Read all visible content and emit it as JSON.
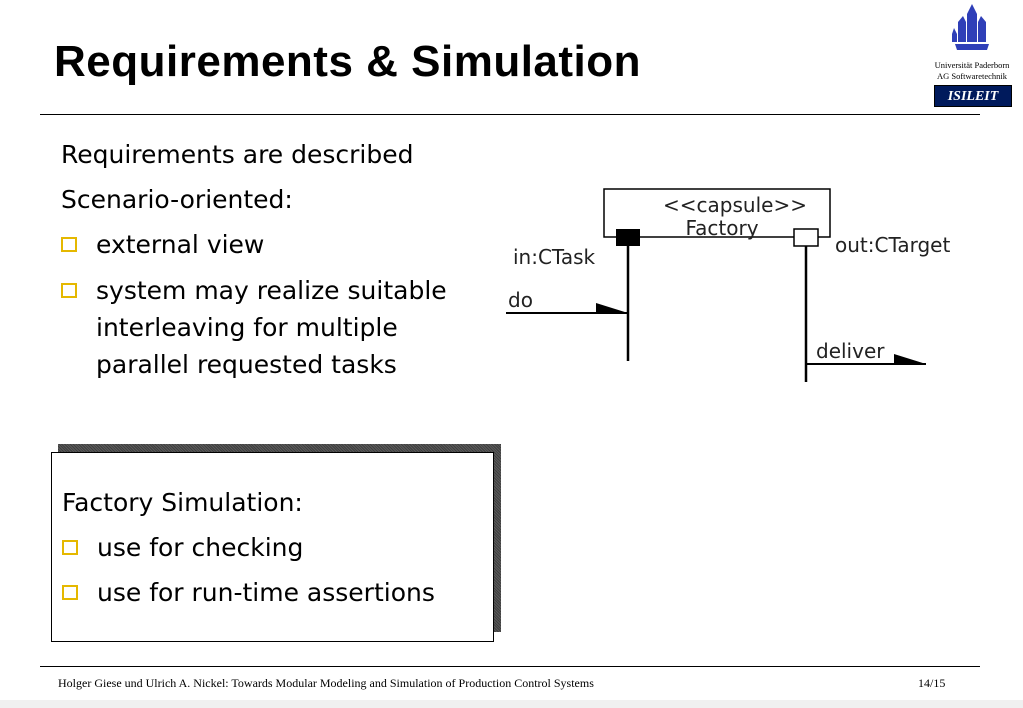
{
  "slide": {
    "title": "Requirements & Simulation",
    "university": [
      "Universität Paderborn",
      "AG Softwaretechnik"
    ],
    "badge": "ISILEIT"
  },
  "requirements": {
    "line1": "Requirements are described",
    "line2": "Scenario-oriented:",
    "bullets": [
      "external view",
      "system may realize suitable",
      "interleaving for multiple",
      "parallel requested tasks"
    ]
  },
  "diagram": {
    "stereotype": "<<capsule>>",
    "capsule_name": "Factory",
    "in_port": "in:CTask",
    "out_port": "out:CTarget",
    "msg_in": "do",
    "msg_out": "deliver"
  },
  "simulation": {
    "heading": "Factory Simulation:",
    "bullets": [
      "use for checking",
      "use for run-time assertions"
    ]
  },
  "footer": {
    "citation": "Holger Giese und Ulrich A. Nickel: Towards Modular Modeling and Simulation of Production Control Systems",
    "page": "14/15"
  },
  "colors": {
    "bullet": "#e5b800",
    "badge_bg": "#001a5c"
  }
}
